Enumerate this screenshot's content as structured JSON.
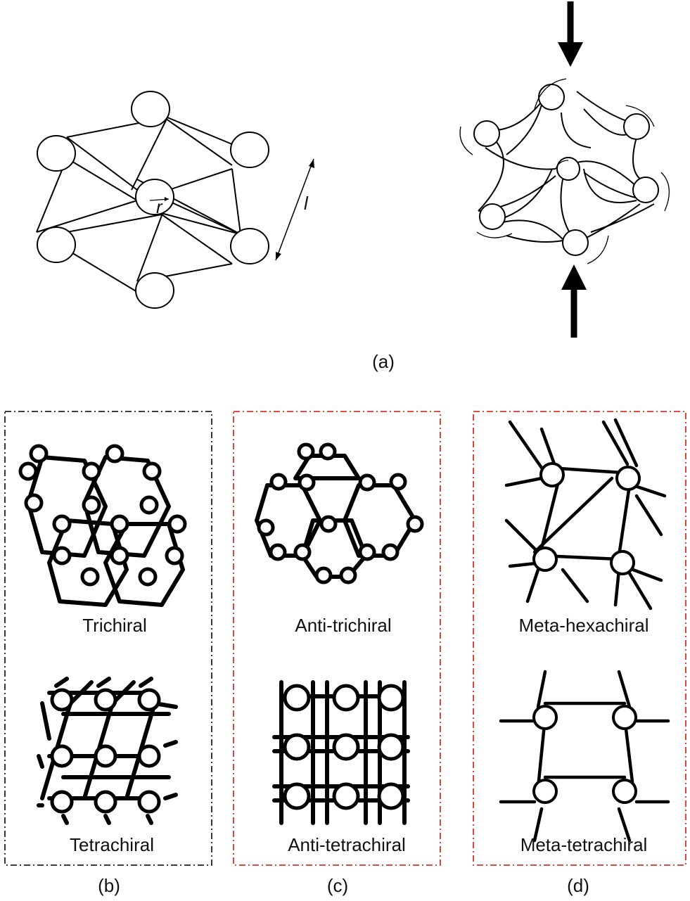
{
  "panels": {
    "a": {
      "caption": "(a)",
      "length_symbol": "l",
      "radius_symbol": "r"
    },
    "b": {
      "caption": "(b)",
      "top_label": "Trichiral",
      "bottom_label": "Tetrachiral",
      "frame_color": "#222222"
    },
    "c": {
      "caption": "(c)",
      "top_label": "Anti-trichiral",
      "bottom_label": "Anti-tetrachiral",
      "frame_color": "#d9342b"
    },
    "d": {
      "caption": "(d)",
      "top_label": "Meta-hexachiral",
      "bottom_label": "Meta-tetrachiral",
      "frame_color": "#d9342b"
    }
  }
}
